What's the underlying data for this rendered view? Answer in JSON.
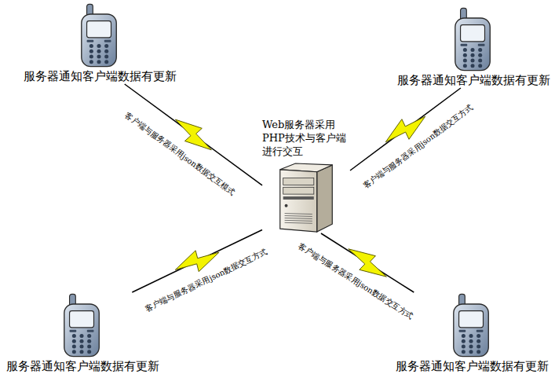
{
  "diagram": {
    "nodes": [
      {
        "text": [
          "服务器通知客户端数据有更新"
        ]
      },
      {
        "text": [
          "服务器通知客户端数据有更新"
        ]
      },
      {
        "text": [
          "Web服务器采用PHP技术与客户端进行交互"
        ]
      },
      {
        "text": [
          "服务器通知客户端数据有更新"
        ]
      },
      {
        "text": [
          "服务器通知客户端数据有更新"
        ]
      }
    ],
    "edges": [
      {
        "from": 2,
        "to": 0,
        "arrow": "none",
        "label": "客户端与服务器采用json数据交互模式"
      },
      {
        "from": 2,
        "to": 1,
        "arrow": "none",
        "label": "客户端与服务器采用json数据交互方式"
      },
      {
        "from": 2,
        "to": 3,
        "arrow": "none",
        "label": "客户端与服务器采用json数据交互方式"
      },
      {
        "from": 2,
        "to": 4,
        "arrow": "none",
        "label": "客户端与服务器采用json数据交互方式"
      }
    ]
  }
}
